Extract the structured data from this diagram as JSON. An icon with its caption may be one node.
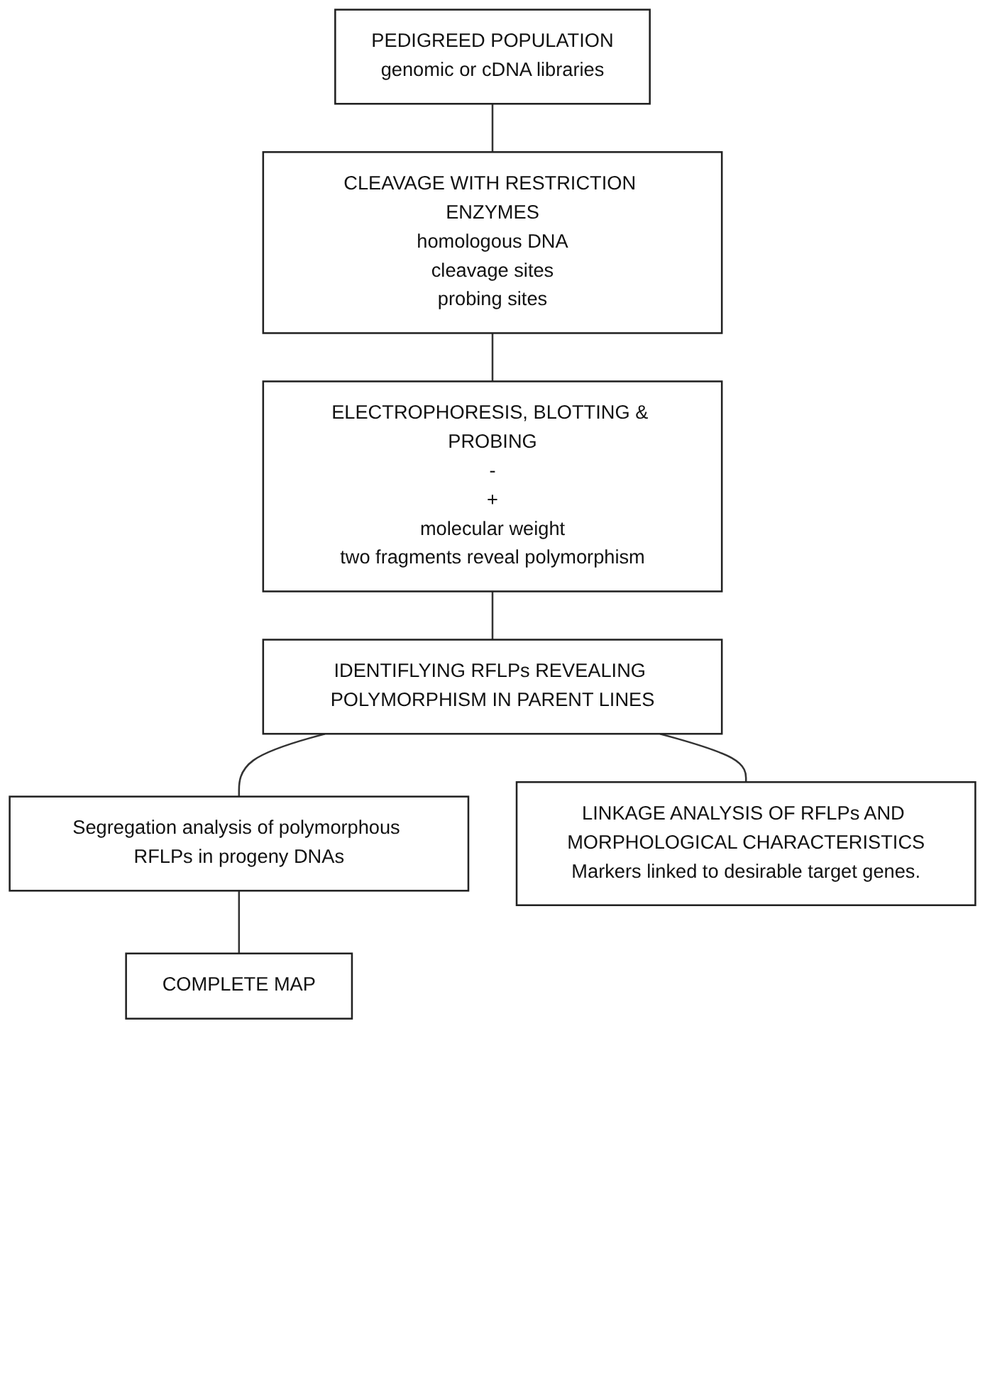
{
  "diagram": {
    "nodes": [
      {
        "text": [
          "PEDIGREED POPULATION",
          "genomic or cDNA libraries"
        ]
      },
      {
        "text": [
          "CLEAVAGE WITH RESTRICTION ENZYMES",
          "homologous DNA",
          "cleavage sites",
          "probing sites"
        ]
      },
      {
        "text": [
          "ELECTROPHORESIS, BLOTTING & PROBING",
          "-",
          "+",
          "molecular weight",
          "two fragments reveal polymorphism"
        ]
      },
      {
        "text": [
          "IDENTIFLYING RFLPs REVEALING POLYMORPHISM IN PARENT LINES"
        ]
      },
      {
        "text": [
          "Segregation analysis of polymorphous RFLPs in progeny DNAs"
        ]
      },
      {
        "text": [
          "LINKAGE ANALYSIS OF RFLPs AND MORPHOLOGICAL CHARACTERISTICS",
          "Markers linked to desirable target genes."
        ]
      },
      {
        "text": [
          "COMPLETE MAP"
        ]
      }
    ],
    "edges": [
      {
        "from": 0,
        "to": 1,
        "arrow": "none"
      },
      {
        "from": 1,
        "to": 2,
        "arrow": "none"
      },
      {
        "from": 2,
        "to": 3,
        "arrow": "none"
      },
      {
        "from": 3,
        "to": 4,
        "arrow": "none"
      },
      {
        "from": 3,
        "to": 5,
        "arrow": "none"
      },
      {
        "from": 4,
        "to": 6,
        "arrow": "none"
      }
    ]
  }
}
